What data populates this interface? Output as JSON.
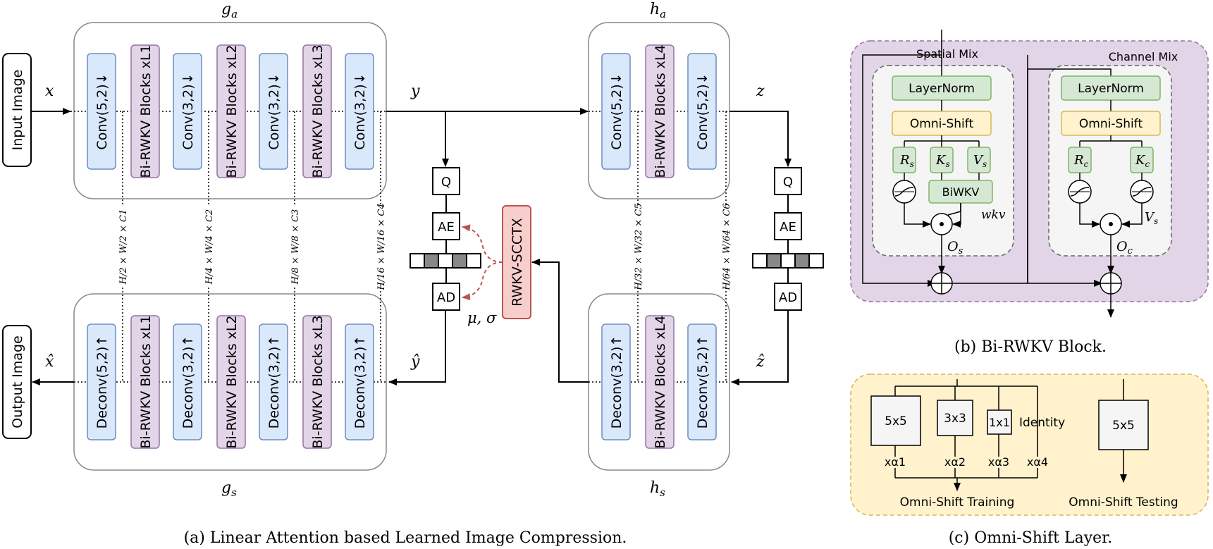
{
  "panel_a": {
    "caption": "(a) Linear Attention based Learned Image Compression.",
    "ga_label": "g",
    "ga_sub": "a",
    "gs_label": "g",
    "gs_sub": "s",
    "ha_label": "h",
    "ha_sub": "a",
    "hs_label": "h",
    "hs_sub": "s",
    "input_label": "Input Image",
    "output_label": "Output Image",
    "x_label": "x",
    "xhat_label": "x̂",
    "y_label": "y",
    "yhat_label": "ŷ",
    "z_label": "z",
    "zhat_label": "ẑ",
    "ga_blocks": [
      "Conv(5,2)↓",
      "Bi-RWKV Blocks xL1",
      "Conv(3,2)↓",
      "Bi-RWKV Blocks xL2",
      "Conv(3,2)↓",
      "Bi-RWKV Blocks xL3",
      "Conv(3,2)↓"
    ],
    "gs_blocks": [
      "Deconv(5,2)↑",
      "Bi-RWKV Blocks xL1",
      "Deconv(3,2)↑",
      "Bi-RWKV Blocks xL2",
      "Deconv(3,2)↑",
      "Bi-RWKV Blocks xL3",
      "Deconv(3,2)↑"
    ],
    "ha_blocks": [
      "Conv(5,2)↓",
      "Bi-RWKV Blocks xL4",
      "Conv(5,2)↓"
    ],
    "hs_blocks": [
      "Deconv(3,2)↑",
      "Bi-RWKV Blocks xL4",
      "Deconv(5,2)↑"
    ],
    "dims": [
      "H/2 × W/2 × C1",
      "H/4 × W/4 × C2",
      "H/8 × W/8 × C3",
      "H/16 × W/16 × C4",
      "H/32 × W/32 × C5",
      "H/64 × W/64 × C6"
    ],
    "q_label": "Q",
    "ae_label": "AE",
    "ad_label": "AD",
    "ctx_label": "RWKV-SCCTX",
    "mu_sigma": "μ, σ"
  },
  "panel_b": {
    "caption": "(b) Bi-RWKV Block.",
    "spatial_mix": "Spatial Mix",
    "channel_mix": "Channel Mix",
    "layernorm": "LayerNorm",
    "omnishift": "Omni-Shift",
    "biwkv": "BiWKV",
    "rs": "R",
    "rs_sub": "s",
    "ks": "K",
    "ks_sub": "s",
    "vs": "V",
    "vs_sub": "s",
    "rc": "R",
    "rc_sub": "c",
    "kc": "K",
    "kc_sub": "c",
    "wkv": "wkv",
    "vs_out": "V",
    "vs_out_sub": "s",
    "os": "O",
    "os_sub": "s",
    "oc": "O",
    "oc_sub": "c"
  },
  "panel_c": {
    "caption": "(c) Omni-Shift Layer.",
    "k5": "5x5",
    "k3": "3x3",
    "k1": "1x1",
    "identity": "Identity",
    "alphas": [
      "xα1",
      "xα2",
      "xα3",
      "xα4"
    ],
    "training": "Omni-Shift Training",
    "test_k5": "5x5",
    "testing": "Omni-Shift Testing"
  },
  "colors": {
    "conv_fill": "#dae8fc",
    "conv_stroke": "#6c8ebf",
    "rwkv_fill": "#e1d5e7",
    "rwkv_stroke": "#9673a6",
    "ctx_fill": "#f8cecc",
    "ctx_stroke": "#b85450",
    "ln_fill": "#d5e8d4",
    "ln_stroke": "#82b366",
    "omni_fill": "#fff2cc",
    "omni_stroke": "#d6b656",
    "panel_b_bg": "#e1d5e7",
    "panel_c_bg": "#fff2cc",
    "dashed_red": "#b85450"
  }
}
